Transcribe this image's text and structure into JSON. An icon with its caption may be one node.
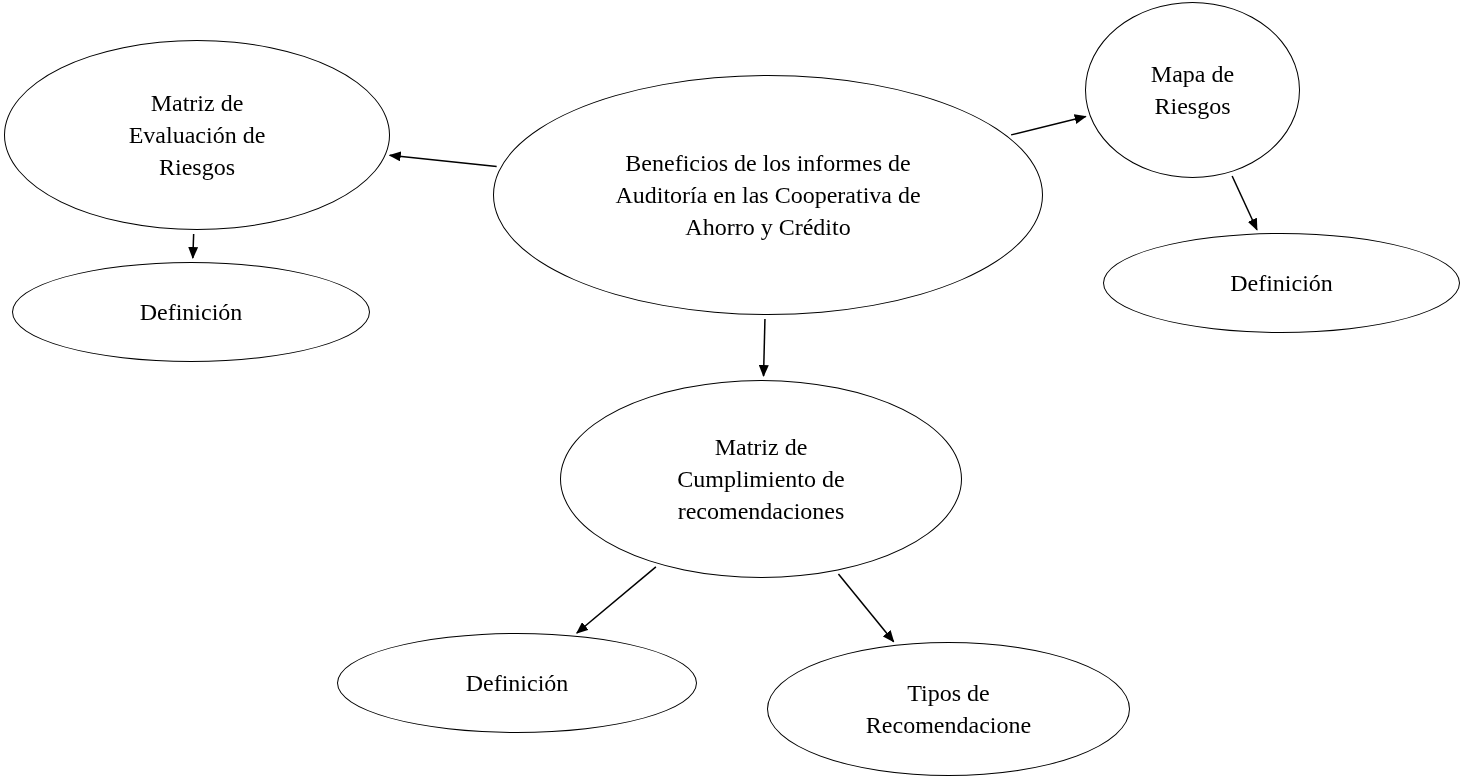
{
  "diagram": {
    "nodes": [
      {
        "text": [
          "Matriz de Evaluación de Riesgos"
        ]
      },
      {
        "text": [
          "Beneficios de los informes de Auditoría en las Cooperativa de Ahorro y Crédito"
        ]
      },
      {
        "text": [
          "Mapa de Riesgos"
        ]
      },
      {
        "text": [
          "Definición"
        ]
      },
      {
        "text": [
          "Definición"
        ]
      },
      {
        "text": [
          "Matriz de Cumplimiento de recomendaciones"
        ]
      },
      {
        "text": [
          "Definición"
        ]
      },
      {
        "text": [
          "Tipos de Recomendacione"
        ]
      }
    ],
    "edges": [
      {
        "from": 1,
        "to": 0,
        "arrow": "to"
      },
      {
        "from": 1,
        "to": 2,
        "arrow": "to"
      },
      {
        "from": 0,
        "to": 3,
        "arrow": "to"
      },
      {
        "from": 2,
        "to": 4,
        "arrow": "to"
      },
      {
        "from": 1,
        "to": 5,
        "arrow": "to"
      },
      {
        "from": 5,
        "to": 6,
        "arrow": "to"
      },
      {
        "from": 5,
        "to": 7,
        "arrow": "to"
      }
    ]
  }
}
